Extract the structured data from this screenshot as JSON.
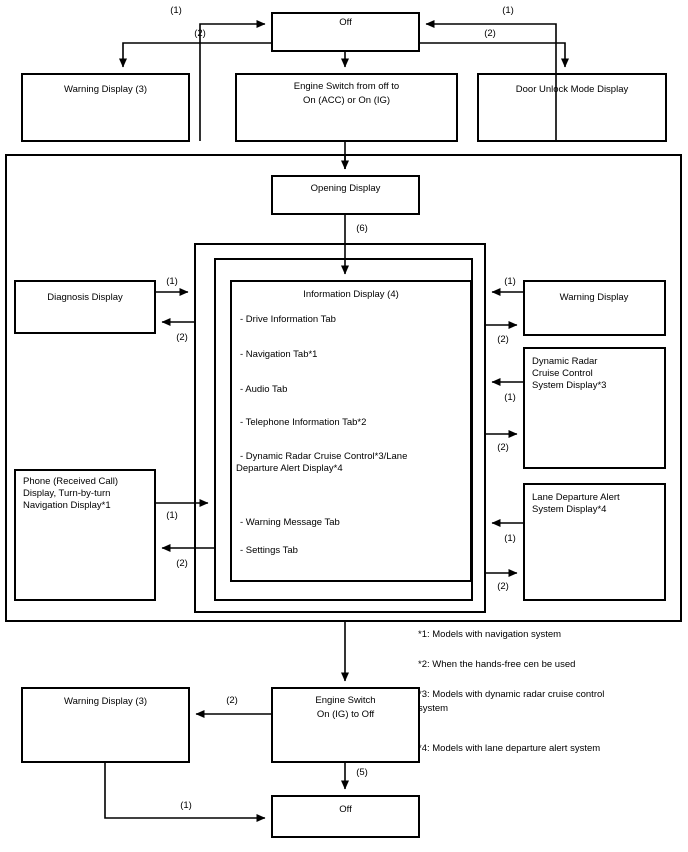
{
  "diagram": {
    "title": "Multi-information Display Operation Flow",
    "line_color": "#000000",
    "box_fill": "#ffffff"
  },
  "nodes": {
    "off_top": {
      "label": "Off"
    },
    "warning_display_top": {
      "label": "Warning Display (3)"
    },
    "engine_switch_on": {
      "line1": "Engine Switch from off to",
      "line2": "On (ACC) or On (IG)"
    },
    "door_unlock_mode": {
      "label": "Door Unlock Mode Display"
    },
    "opening_display": {
      "label": "Opening Display"
    },
    "diagnosis_display": {
      "label": "Diagnosis Display"
    },
    "phone_display": {
      "line1": "Phone (Received Call)",
      "line2": "Display, Turn-by-turn",
      "line3": "Navigation Display*1"
    },
    "warning_display_right": {
      "label": "Warning Display"
    },
    "dynamic_radar": {
      "line1": "Dynamic Radar",
      "line2": "Cruise Control",
      "line3": "System Display*3"
    },
    "lane_departure": {
      "line1": "Lane Departure Alert",
      "line2": "System Display*4"
    },
    "engine_switch_off": {
      "line1": "Engine Switch",
      "line2": "On (IG) to Off"
    },
    "warning_display_bottom": {
      "label": "Warning Display (3)"
    },
    "off_bottom": {
      "label": "Off"
    }
  },
  "information_display": {
    "title": "Information Display (4)",
    "items": [
      "- Drive Information Tab",
      "- Navigation Tab*1",
      "- Audio Tab",
      "- Telephone Information Tab*2",
      "- Dynamic Radar Cruise Control*3/Lane",
      "Departure Alert Display*4",
      "- Warning Message Tab",
      "- Settings Tab"
    ]
  },
  "edge_labels": {
    "top_left_1": "(1)",
    "top_left_2": "(2)",
    "top_right_1": "(1)",
    "top_right_2": "(2)",
    "opening_6": "(6)",
    "diagnosis_1": "(1)",
    "diagnosis_2": "(2)",
    "phone_1": "(1)",
    "phone_2": "(2)",
    "warn_right_1": "(1)",
    "warn_right_2": "(2)",
    "radar_1": "(1)",
    "radar_2": "(2)",
    "lane_1": "(1)",
    "lane_2": "(2)",
    "bottom_2": "(2)",
    "bottom_5": "(5)",
    "bottom_1": "(1)"
  },
  "footnotes": [
    {
      "id": "fn1",
      "text": "*1: Models with navigation system"
    },
    {
      "id": "fn2",
      "text": "*2: When the hands-free cen be used"
    },
    {
      "id": "fn3a",
      "text": "*3: Models with dynamic radar cruise control"
    },
    {
      "id": "fn3b",
      "text": "system"
    },
    {
      "id": "fn4",
      "text": "*4: Models with lane departure alert system"
    }
  ]
}
